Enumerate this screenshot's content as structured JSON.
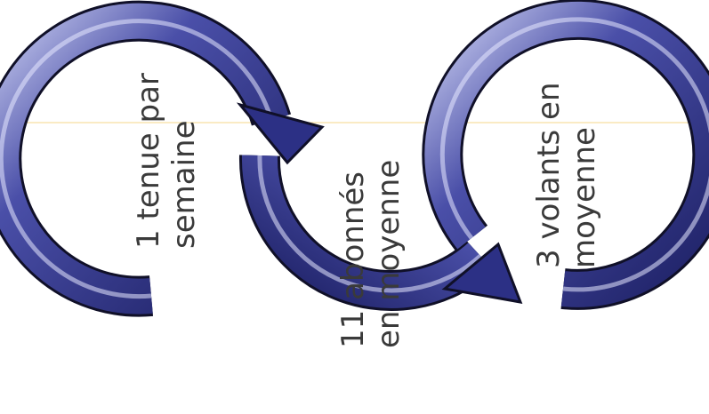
{
  "diagram": {
    "colors": {
      "arrow_dark": "#1c1f63",
      "arrow_mid": "#4a4fa8",
      "arrow_light": "#c8ccf0",
      "outline": "#101028",
      "text": "#3a3a3a",
      "guide_line": "#f3d27a"
    },
    "labels": [
      {
        "id": "tenues",
        "lines": [
          "1 tenue par",
          "semaine"
        ]
      },
      {
        "id": "abonnes",
        "lines": [
          "11 abonnés",
          "en moyenne"
        ]
      },
      {
        "id": "volants",
        "lines": [
          "3 volants en",
          "moyenne"
        ]
      }
    ]
  }
}
